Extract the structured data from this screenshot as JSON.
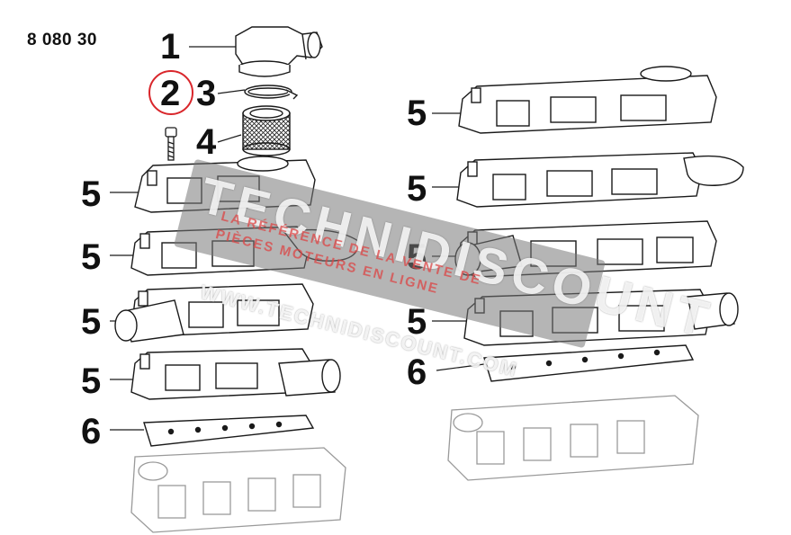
{
  "doc_ref": "8 080 30",
  "callouts": {
    "c1": "1",
    "c2": "2",
    "c3": "3",
    "c4": "4",
    "c5": "5",
    "c6": "6"
  },
  "watermark": {
    "brand": "TECHNIDISCOUNT",
    "tagline_1": "LA RÉFÉRENCE DE LA VENTE DE",
    "tagline_2": "PIÈCES MOTEURS EN LIGNE",
    "url": "WWW.TECHNIDISCOUNT.COM"
  },
  "colors": {
    "line": "#1a1a1a",
    "highlight_circle": "#d9262b",
    "watermark_band": "#7a7a7a",
    "watermark_text_red": "#dc4646"
  }
}
